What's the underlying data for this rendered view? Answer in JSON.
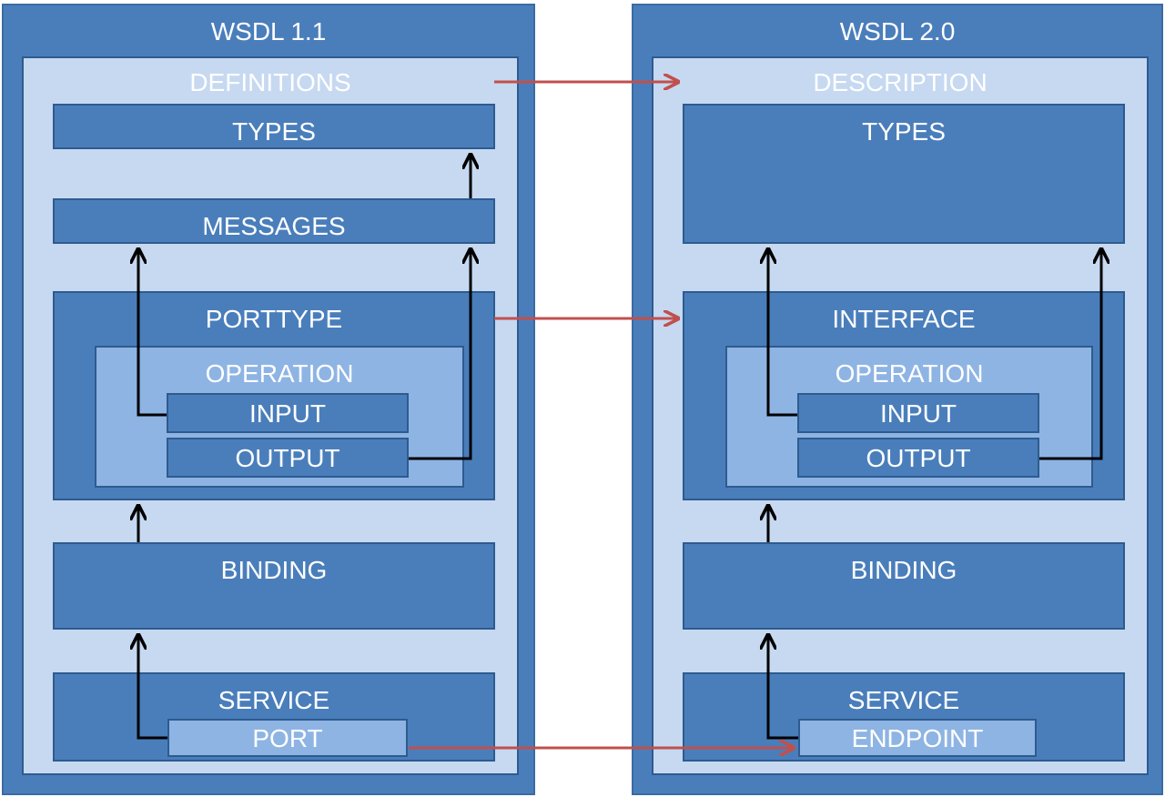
{
  "left": {
    "title": "WSDL 1.1",
    "root": "DEFINITIONS",
    "types": "TYPES",
    "messages": "MESSAGES",
    "porttype": "PORTTYPE",
    "operation": "OPERATION",
    "input": "INPUT",
    "output": "OUTPUT",
    "binding": "BINDING",
    "service": "SERVICE",
    "port": "PORT"
  },
  "right": {
    "title": "WSDL 2.0",
    "root": "DESCRIPTION",
    "types": "TYPES",
    "interface": "INTERFACE",
    "operation": "OPERATION",
    "input": "INPUT",
    "output": "OUTPUT",
    "binding": "BINDING",
    "service": "SERVICE",
    "endpoint": "ENDPOINT"
  },
  "colors": {
    "outer": "#4a7ebb",
    "panel": "#c6d9f1",
    "box_dark": "#4a7ebb",
    "box_light": "#8eb4e3",
    "reference_arrow": "#000000",
    "mapping_arrow": "#c0504d"
  }
}
